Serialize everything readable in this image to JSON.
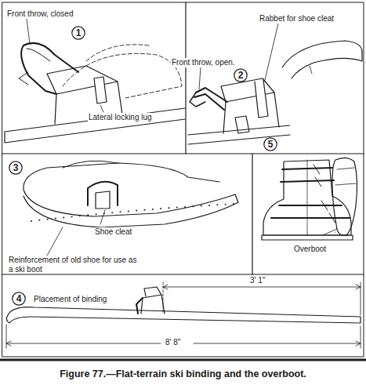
{
  "diagram": {
    "caption": "Figure 77.—Flat-terrain ski binding and the overboot.",
    "nodes": [
      {
        "text": [
          "1"
        ]
      },
      {
        "text": [
          "2"
        ]
      },
      {
        "text": [
          "3"
        ]
      },
      {
        "text": [
          "5"
        ]
      },
      {
        "text": [
          "4"
        ]
      }
    ],
    "labels": [
      "Front throw, closed",
      "Lateral locking lug",
      "Rabbet for shoe cleat",
      "Front throw, open.",
      "Shoe cleat",
      "Reinforcement of old shoe for use as a ski boot",
      "Overboot",
      "Placement of binding",
      "3' 1\"",
      "8' 8\""
    ]
  }
}
